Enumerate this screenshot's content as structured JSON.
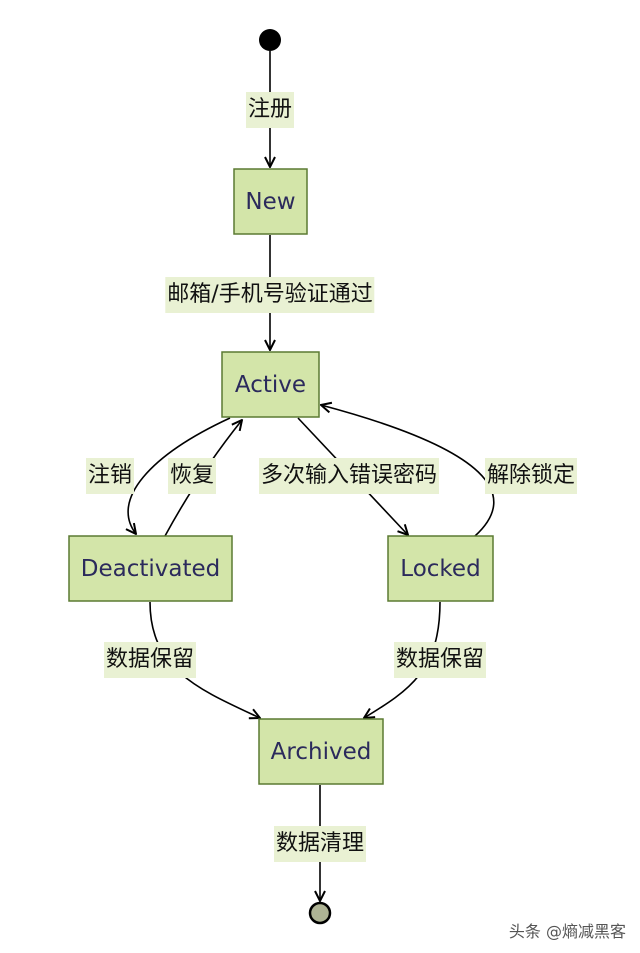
{
  "diagram": {
    "states": {
      "new": "New",
      "active": "Active",
      "deactivated": "Deactivated",
      "locked": "Locked",
      "archived": "Archived"
    },
    "transitions": {
      "register": "注册",
      "verified": "邮箱/手机号验证通过",
      "deactivate": "注销",
      "restore": "恢复",
      "wrong_password": "多次输入错误密码",
      "unlock": "解除锁定",
      "retain_from_deactivated": "数据保留",
      "retain_from_locked": "数据保留",
      "cleanup": "数据清理"
    }
  },
  "watermark": "头条 @熵减黑客",
  "colors": {
    "node_fill": "#d3e5a9",
    "node_stroke": "#5b7a32",
    "label_bg": "#e9f1d3",
    "node_text": "#2b2a5c"
  }
}
